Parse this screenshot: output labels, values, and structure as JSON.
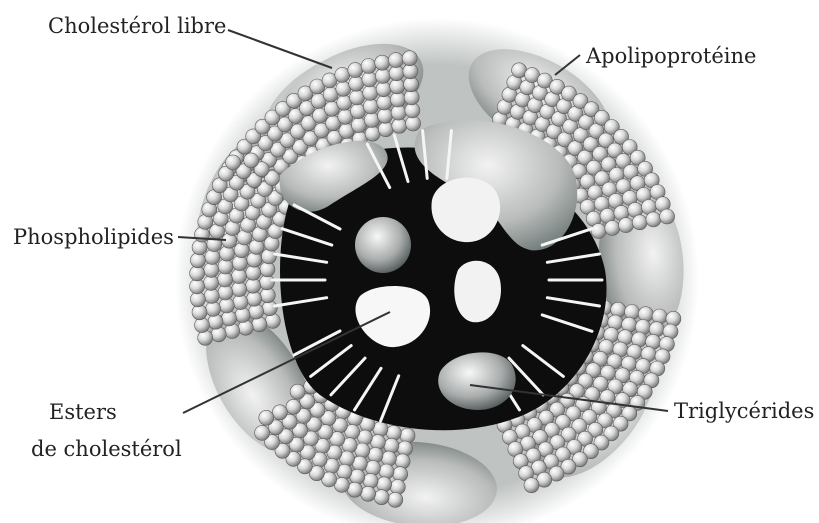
{
  "labels": {
    "free_cholesterol": "Cholestérol libre",
    "apolipoprotein": "Apolipoprotéine",
    "phospholipids": "Phospholipides",
    "cholesterol_esters_line1": "Esters",
    "cholesterol_esters_line2": "de cholestérol",
    "triglycerides": "Triglycérides"
  },
  "colors": {
    "background": "#ffffff",
    "core": "#0d0d0d",
    "sphere_light": "#f4f4f4",
    "sphere_dark": "#7d7d7d",
    "protein_light": "#e8e8e8",
    "protein_dark": "#6f7a78",
    "leader_line": "#333333"
  }
}
